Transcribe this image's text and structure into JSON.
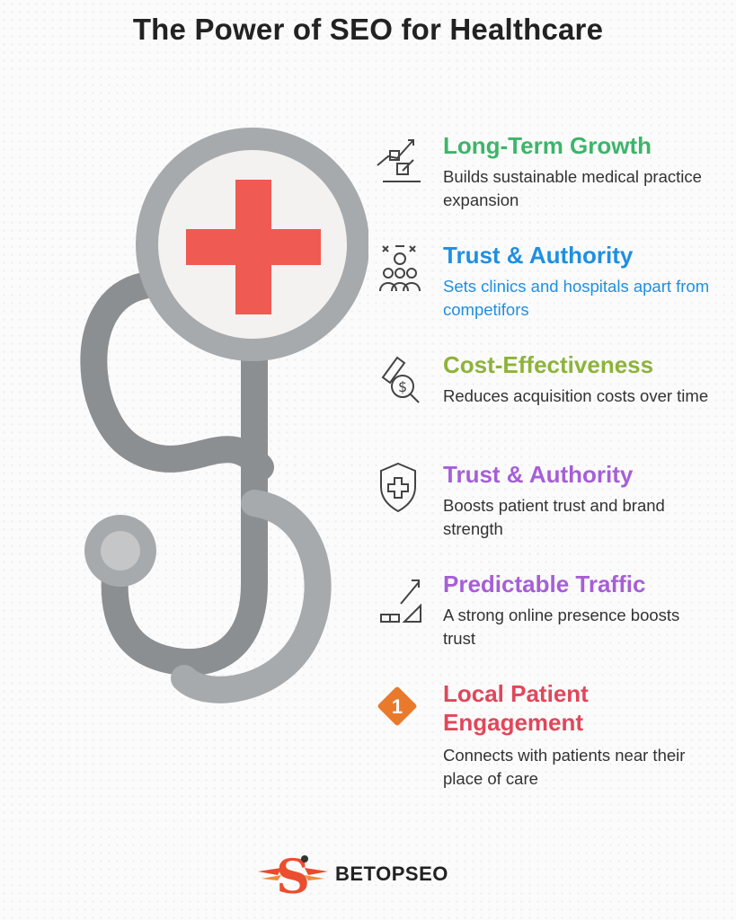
{
  "title": "The Power of SEO for Healthcare",
  "items": [
    {
      "heading": "Long-Term Growth",
      "description": "Builds sustainable medical practice expansion",
      "color": "#3db56a",
      "desc_color": "#333333",
      "icon": "growth-chart-icon"
    },
    {
      "heading": "Trust & Authority",
      "description": "Sets clinics and hospitals apart from competifors",
      "color": "#1f8fe0",
      "desc_color": "#1f8fe0",
      "icon": "people-group-icon"
    },
    {
      "heading": "Cost-Effectiveness",
      "description": "Reduces acquisition costs over time",
      "color": "#8db33a",
      "desc_color": "#333333",
      "icon": "money-search-icon"
    },
    {
      "heading": "Trust & Authority",
      "description": "Boosts patient trust and brand strength",
      "color": "#a65fd6",
      "desc_color": "#333333",
      "icon": "medical-shield-icon"
    },
    {
      "heading": "Predictable Traffic",
      "description": "A strong online presence boosts trust",
      "color": "#a65fd6",
      "desc_color": "#333333",
      "icon": "traffic-graph-icon"
    },
    {
      "heading": "Local Patient Engagement",
      "description": "Connects with patients near their place of care",
      "color": "#e0475a",
      "desc_color": "#333333",
      "icon": "number-one-diamond-icon",
      "badge": "1"
    }
  ],
  "brand": {
    "name": "BETOPSEO",
    "logo_letter": "S"
  },
  "colors": {
    "cross": "#ef5a52",
    "tube": "#8c8f92",
    "head": "#a7aaad",
    "badge": "#e97a2c"
  }
}
